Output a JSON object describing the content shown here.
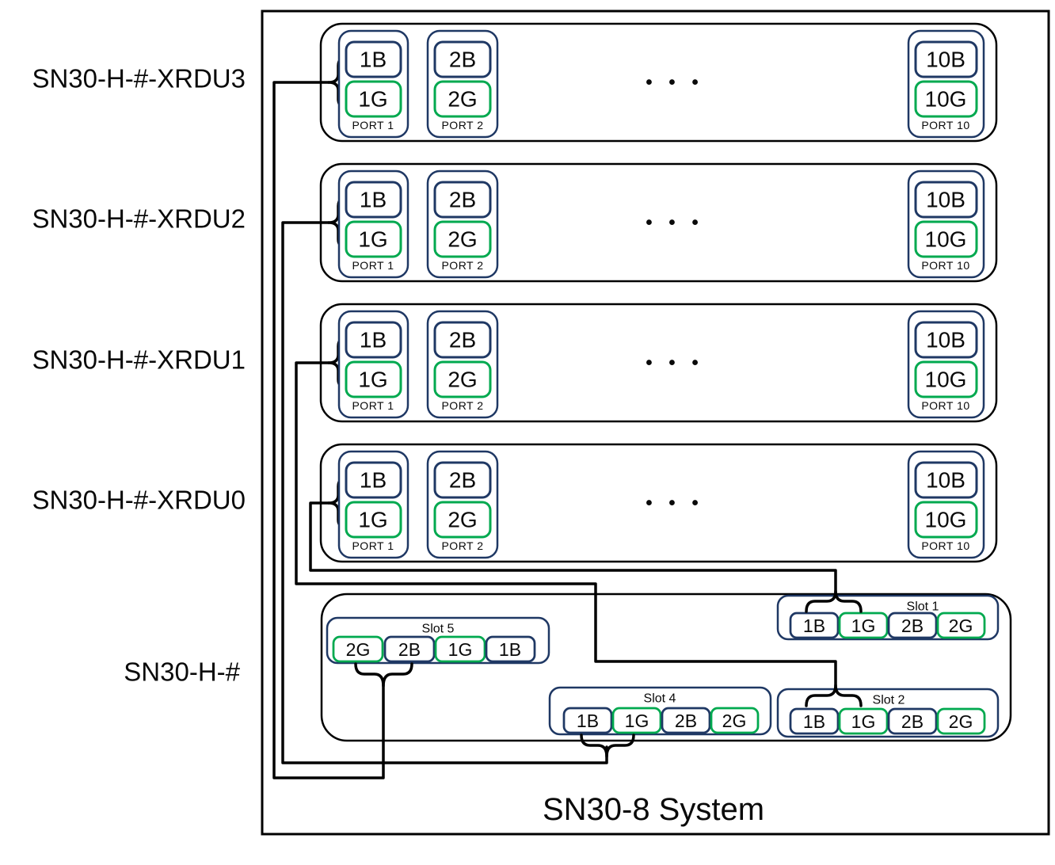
{
  "title": "SN30-8 System",
  "colors": {
    "navy": "#1f3864",
    "green": "#00a94f",
    "line": "#000000"
  },
  "left_labels": {
    "xrdu3": "SN30-H-#-XRDU3",
    "xrdu2": "SN30-H-#-XRDU2",
    "xrdu1": "SN30-H-#-XRDU1",
    "xrdu0": "SN30-H-#-XRDU0",
    "chassis": "SN30-H-#"
  },
  "rows": [
    {
      "unit": "XRDU3",
      "ellipsis": "• • •",
      "ports": [
        {
          "name": "PORT 1",
          "b": "1B",
          "g": "1G"
        },
        {
          "name": "PORT 2",
          "b": "2B",
          "g": "2G"
        },
        {
          "name": "PORT 10",
          "b": "10B",
          "g": "10G"
        }
      ]
    },
    {
      "unit": "XRDU2",
      "ellipsis": "• • •",
      "ports": [
        {
          "name": "PORT 1",
          "b": "1B",
          "g": "1G"
        },
        {
          "name": "PORT 2",
          "b": "2B",
          "g": "2G"
        },
        {
          "name": "PORT 10",
          "b": "10B",
          "g": "10G"
        }
      ]
    },
    {
      "unit": "XRDU1",
      "ellipsis": "• • •",
      "ports": [
        {
          "name": "PORT 1",
          "b": "1B",
          "g": "1G"
        },
        {
          "name": "PORT 2",
          "b": "2B",
          "g": "2G"
        },
        {
          "name": "PORT 10",
          "b": "10B",
          "g": "10G"
        }
      ]
    },
    {
      "unit": "XRDU0",
      "ellipsis": "• • •",
      "ports": [
        {
          "name": "PORT 1",
          "b": "1B",
          "g": "1G"
        },
        {
          "name": "PORT 2",
          "b": "2B",
          "g": "2G"
        },
        {
          "name": "PORT 10",
          "b": "10B",
          "g": "10G"
        }
      ]
    }
  ],
  "slots": [
    {
      "label": "Slot 5",
      "chips": [
        "2G",
        "2B",
        "1G",
        "1B"
      ]
    },
    {
      "label": "Slot 4",
      "chips": [
        "1B",
        "1G",
        "2B",
        "2G"
      ]
    },
    {
      "label": "Slot 1",
      "chips": [
        "1B",
        "1G",
        "2B",
        "2G"
      ]
    },
    {
      "label": "Slot 2",
      "chips": [
        "1B",
        "1G",
        "2B",
        "2G"
      ]
    }
  ],
  "system_label": "SN30-8 System"
}
